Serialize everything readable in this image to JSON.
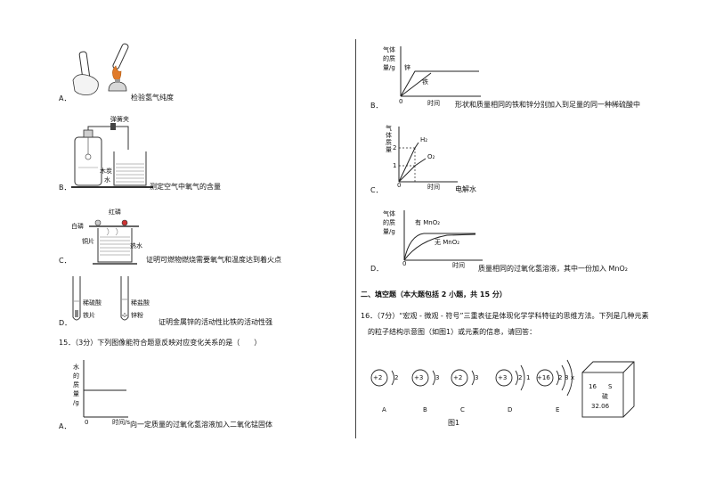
{
  "left": {
    "items": [
      {
        "letter": "A．",
        "caption": "检验氢气纯度"
      },
      {
        "letter": "B．",
        "caption": "测定空气中氧气的含量",
        "labels": {
          "clip": "弹簧夹",
          "charcoal": "木炭",
          "water": "水"
        }
      },
      {
        "letter": "C．",
        "caption": "证明可燃物燃烧需要氧气和温度达到着火点",
        "labels": {
          "red_p": "红磷",
          "white_p": "白磷",
          "copper": "铜片",
          "hot_water": "热水"
        }
      },
      {
        "letter": "D．",
        "caption": "证明金属锌的活动性比铁的活动性强",
        "labels": {
          "acid1": "稀硫酸",
          "metal1": "铁片",
          "acid2": "稀盐酸",
          "metal2": "锌粉"
        }
      }
    ],
    "q15": {
      "stem": "15．（3分）下列图像能符合题意反映对应变化关系的是（　　）",
      "option_a": {
        "letter": "A．",
        "ylabel": [
          "水",
          "的",
          "质",
          "量",
          "/g"
        ],
        "origin": "0",
        "xlabel": "时间/s",
        "caption": "向一定质量的过氧化氢溶液加入二氧化锰固体"
      }
    }
  },
  "right": {
    "graph_b": {
      "letter": "B．",
      "ylabel": [
        "气体",
        "的质",
        "量/g"
      ],
      "series": [
        "锌",
        "铁"
      ],
      "origin": "0",
      "xlabel": "时间",
      "caption": "形状和质量相同的铁和锌分别加入到足量的同一种稀硫酸中"
    },
    "graph_c": {
      "letter": "C．",
      "ylabel": [
        "气",
        "体",
        "质",
        "量"
      ],
      "ticks": [
        "2",
        "1"
      ],
      "series": [
        "H₂",
        "O₂"
      ],
      "origin": "0",
      "xlabel": "时间",
      "caption": "电解水"
    },
    "graph_d": {
      "letter": "D．",
      "ylabel": [
        "气体",
        "的质",
        "量/g"
      ],
      "series": [
        "有 MnO₂",
        "无 MnO₂"
      ],
      "origin": "0",
      "xlabel": "时间",
      "caption": "质量相同的过氧化氢溶液，其中一份加入 MnO₂"
    },
    "section2": "二、填空题（本大题包括 2 小题，共 15 分）",
    "q16_line1": "16．（7分）“宏观 - 微观 - 符号”三重表征是体现化学学科特征的思维方法。下列是几种元素",
    "q16_line2": "的粒子结构示意图（如图1）或元素的信息，请回答：",
    "atoms": [
      {
        "nucleus": "+2",
        "shells": [
          "2"
        ],
        "label": "A"
      },
      {
        "nucleus": "+3",
        "shells": [
          "3"
        ],
        "label": "B"
      },
      {
        "nucleus": "+2",
        "shells": [
          "3"
        ],
        "label": "C"
      },
      {
        "nucleus": "+3",
        "shells": [
          "2",
          "1"
        ],
        "label": "D"
      },
      {
        "nucleus": "+16",
        "shells": [
          "2",
          "8",
          "x"
        ],
        "label": "E"
      }
    ],
    "element_box": {
      "number": "16",
      "symbol": "S",
      "name": "硫",
      "mass": "32.06"
    },
    "figure_label": "图1"
  }
}
